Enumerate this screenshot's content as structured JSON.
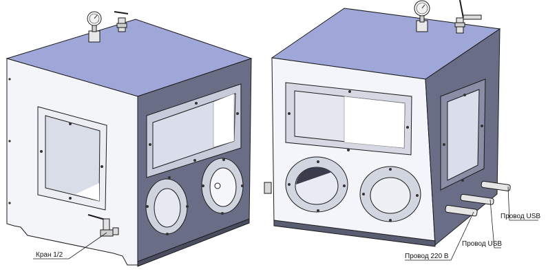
{
  "labels": {
    "valve": "Кран 1/2",
    "usb_1": "Провод USB",
    "usb_2": "Провод USB",
    "power": "Провод 220 В"
  },
  "colors": {
    "top_panel": "#9fa6d8",
    "side_panel": "#6a6d86",
    "front_panel": "#f3f5fb",
    "glass": "#dadeea",
    "outline": "#1a1a1a"
  }
}
